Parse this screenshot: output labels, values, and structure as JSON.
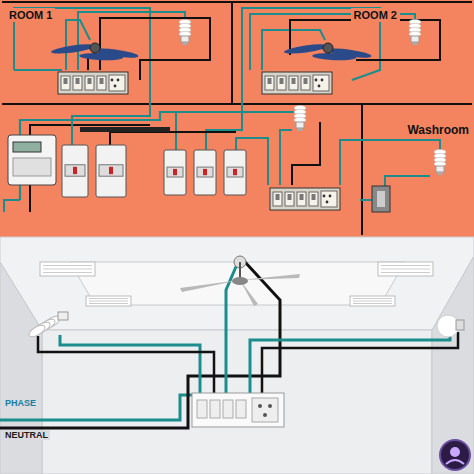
{
  "diagram": {
    "nodes": [
      {
        "text": [
          "ROOM 1"
        ]
      },
      {
        "text": [
          "ROOM 2"
        ]
      },
      {
        "text": [
          "Washroom"
        ]
      }
    ],
    "labels": [
      "PHASE",
      "NEUTRAL"
    ]
  }
}
